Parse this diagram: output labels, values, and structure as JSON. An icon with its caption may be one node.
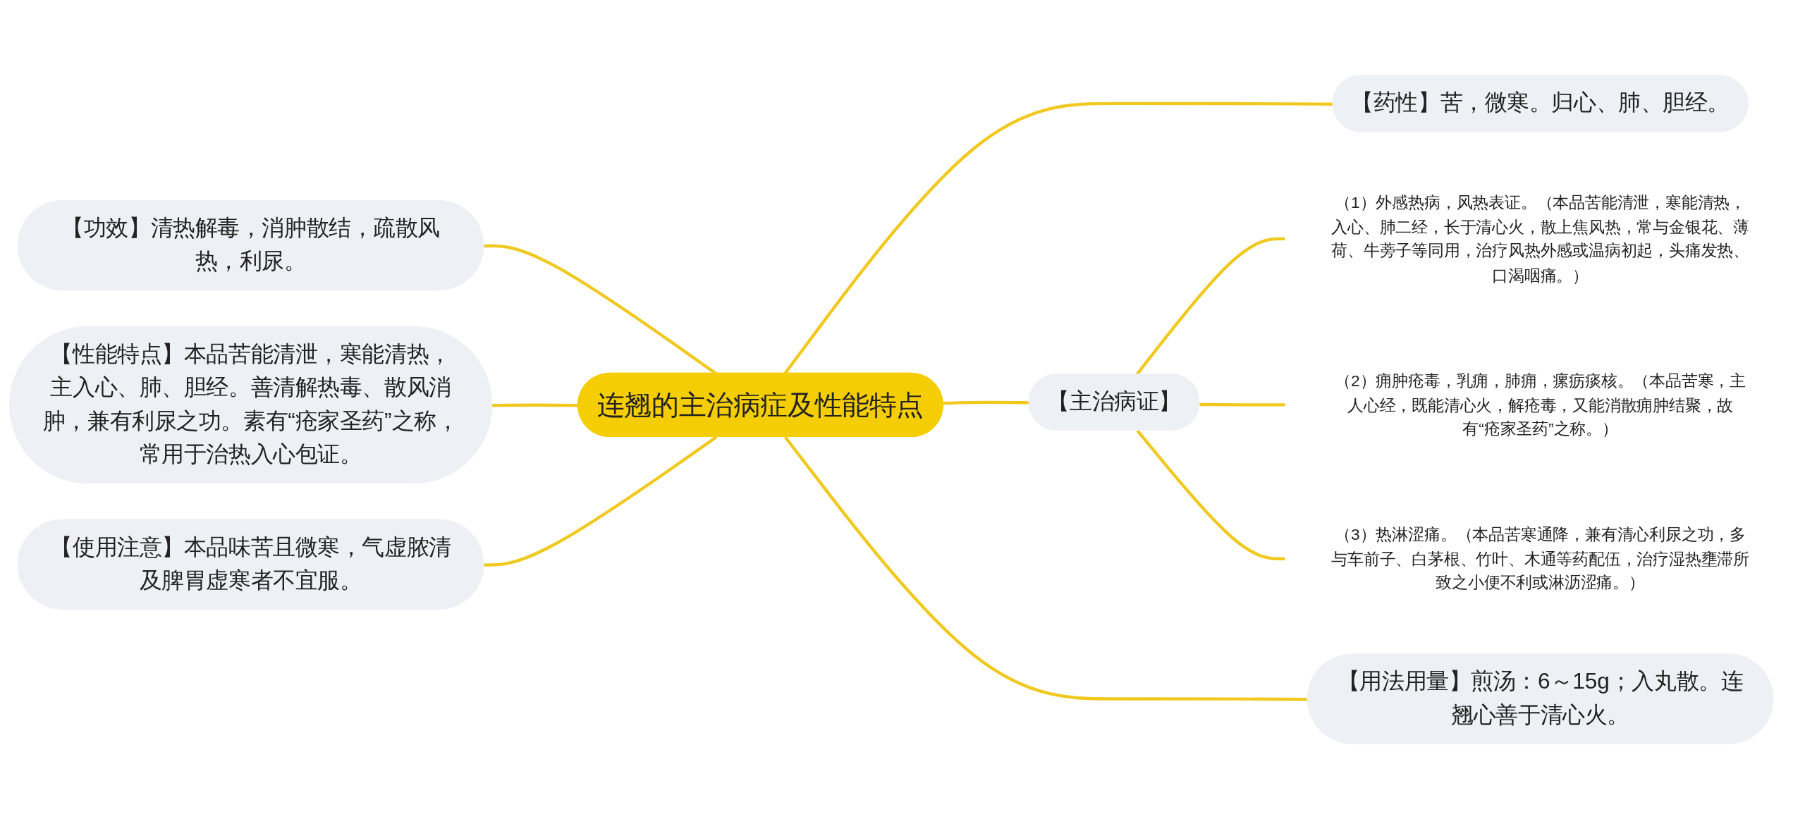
{
  "diagram": {
    "nodes": [
      {
        "text": [
          "连翘的主治病症及性能特点"
        ]
      },
      {
        "text": [
          "【药性】苦，微寒。归心、肺、胆经。"
        ]
      },
      {
        "text": [
          "【功效】清热解毒，消肿散结，疏散风热，利尿。"
        ]
      },
      {
        "text": [
          "【性能特点】本品苦能清泄，寒能清热，主入心、肺、胆经。善清解热毒、散风消肿，兼有利尿之功。素有“疮家圣药”之称，常用于治热入心包证。"
        ]
      },
      {
        "text": [
          "【主治病证】"
        ]
      },
      {
        "text": [
          "（1）外感热病，风热表证。（本品苦能清泄，寒能清热，入心、肺二经，长于清心火，散上焦风热，常与金银花、薄荷、牛蒡子等同用，治疗风热外感或温病初起，头痛发热、口渴咽痛。）"
        ]
      },
      {
        "text": [
          "（2）痈肿疮毒，乳痈，肺痈，瘰疬痰核。（本品苦寒，主人心经，既能清心火，解疮毒，又能消散痈肿结聚，故有“疮家圣药”之称。）"
        ]
      },
      {
        "text": [
          "（3）热淋涩痛。（本品苦寒通降，兼有清心利尿之功，多与车前子、白茅根、竹叶、木通等药配伍，治疗湿热壅滞所致之小便不利或淋沥涩痛。）"
        ]
      },
      {
        "text": [
          "【使用注意】本品味苦且微寒，气虚脓清及脾胃虚寒者不宜服。"
        ]
      },
      {
        "text": [
          "【用法用量】煎汤：6～15g；入丸散。连翘心善于清心火。"
        ]
      }
    ],
    "edges": [
      {
        "from": 0,
        "to": 1,
        "arrow": "none"
      },
      {
        "from": 2,
        "to": 0,
        "arrow": "none"
      },
      {
        "from": 3,
        "to": 0,
        "arrow": "none"
      },
      {
        "from": 0,
        "to": 4,
        "arrow": "none"
      },
      {
        "from": 4,
        "to": 5,
        "arrow": "none"
      },
      {
        "from": 4,
        "to": 6,
        "arrow": "none"
      },
      {
        "from": 4,
        "to": 7,
        "arrow": "none"
      },
      {
        "from": 8,
        "to": 0,
        "arrow": "none"
      },
      {
        "from": 0,
        "to": 9,
        "arrow": "none"
      }
    ]
  }
}
